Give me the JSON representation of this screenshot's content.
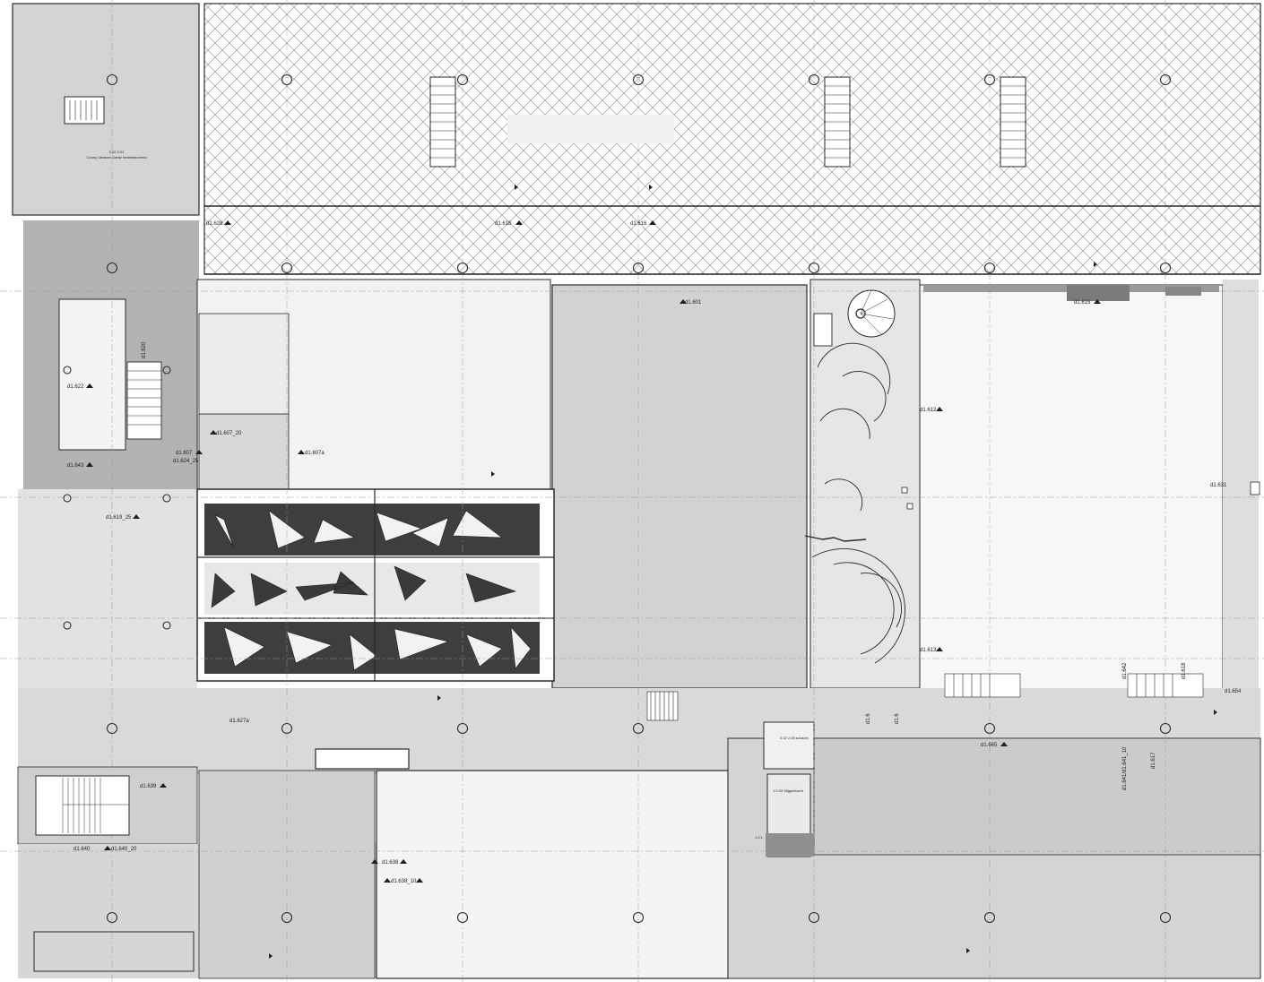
{
  "colors": {
    "background": "#ffffff",
    "floor_light": "#e4e4e4",
    "floor_mid": "#cfcfcf",
    "floor_dark": "#b3b3b3",
    "room_white": "#f6f6f6",
    "glass_dark": "#3a3a3a",
    "line": "#2a2a2a"
  },
  "icons": [
    "level-marker-icon",
    "structural-column-icon",
    "staircase-icon",
    "spiral-stair-icon",
    "flag-marker-icon"
  ],
  "top_left_room": {
    "code": "0.02 2.01",
    "name": "Conny Janssen Danst ondersteunend"
  },
  "room_tags": {
    "upper_mid_1": "d1.618",
    "upper_mid_2": "d1.616",
    "upper_mid_3": "d1.628",
    "center_top": "d1.601",
    "right_top": "d1.615",
    "left_a": "d1.622",
    "left_b": "d1.620",
    "left_c": "d1.643",
    "left_d": "d1.607_20",
    "left_e": "d1.607",
    "left_f": "d1.624_25",
    "left_g": "d1.607a",
    "left_h": "d1.619_25",
    "left_i": "d1.627a",
    "right_mid": "d1.612",
    "right_mid_2": "d1.613",
    "right_far": "d1.631",
    "lower_a": "d1.665",
    "lower_b": "d1.639",
    "lower_c": "d1.640",
    "lower_d": "d1.640_20",
    "lower_e": "d1.638",
    "lower_f": "d1.638_10",
    "v_1": "d1.642",
    "v_2": "d1.618",
    "v_3": "d1.654",
    "v_4": "d1.617",
    "v_5": "d1.641/d1.641_10",
    "v_6": "d1.6",
    "v_7": "d1.6",
    "small_1": "0.02 2.05 schacht",
    "small_2": "1.0.03 Stijgschacht",
    "small_3": "1.0.1"
  }
}
